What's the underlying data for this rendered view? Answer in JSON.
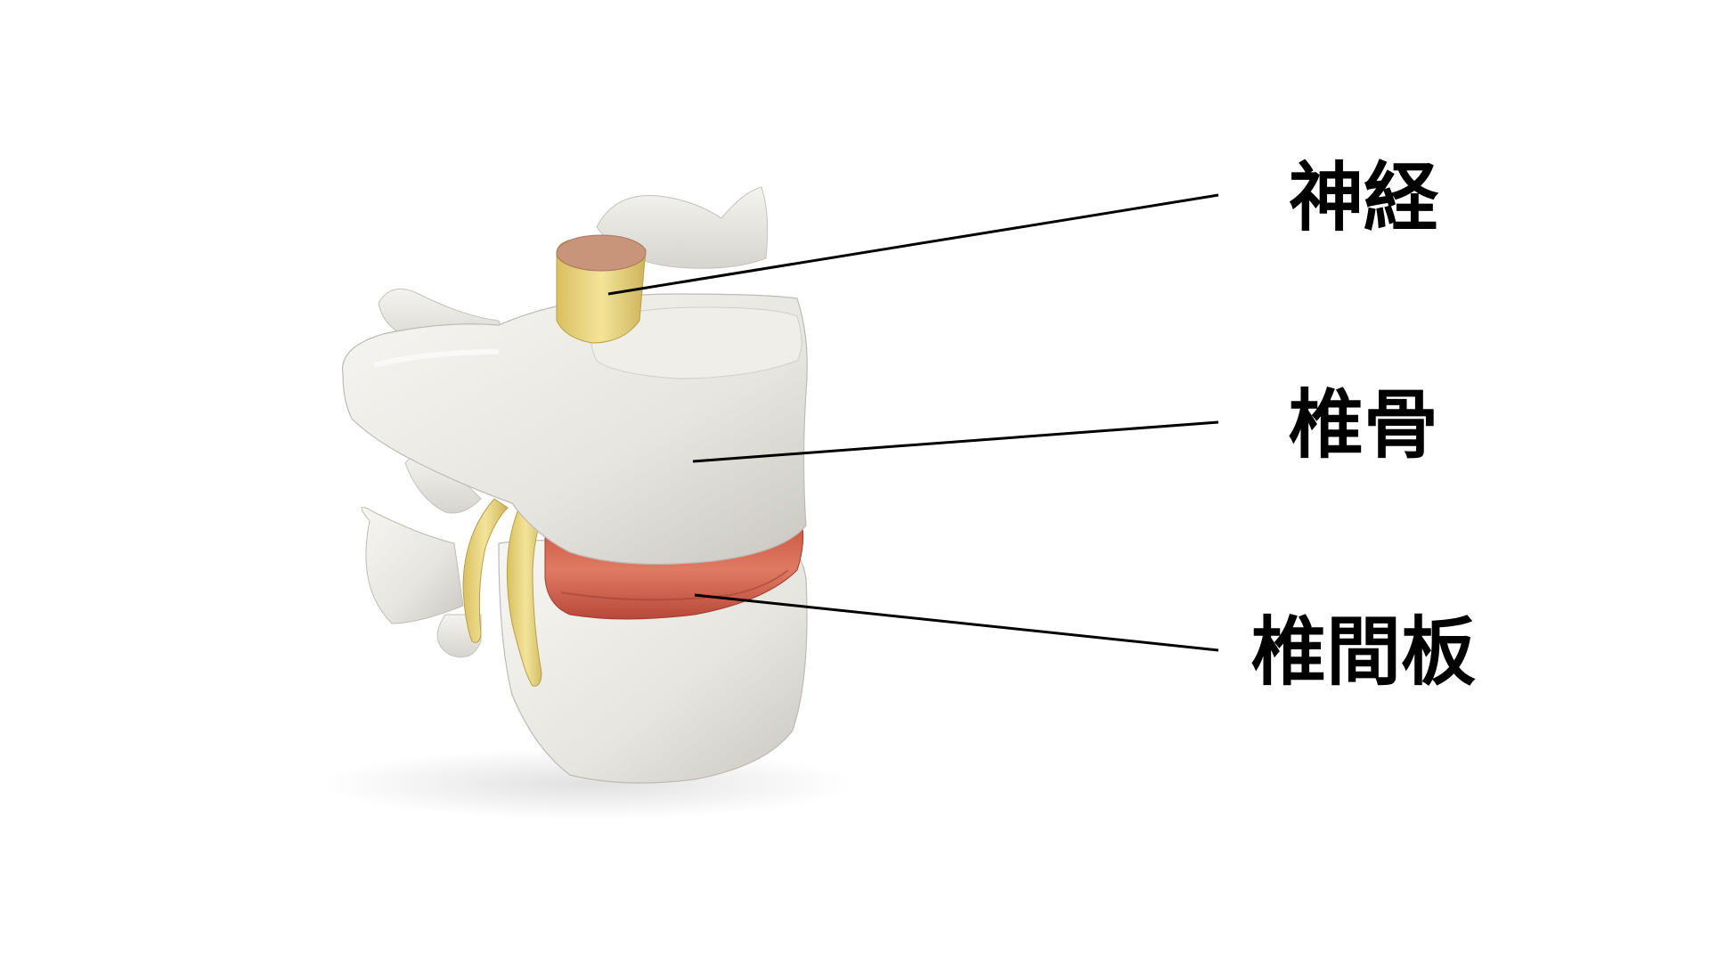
{
  "labels": {
    "nerve": "神経",
    "vertebra": "椎骨",
    "disc": "椎間板"
  },
  "colors": {
    "background": "#ffffff",
    "bone": "#ecebe6",
    "bone_shadow": "#c9c7c0",
    "nerve": "#e8d47e",
    "nerve_cut": "#c9957a",
    "disc": "#d9705c",
    "leader_line": "#000000",
    "label_text": "#000000"
  }
}
